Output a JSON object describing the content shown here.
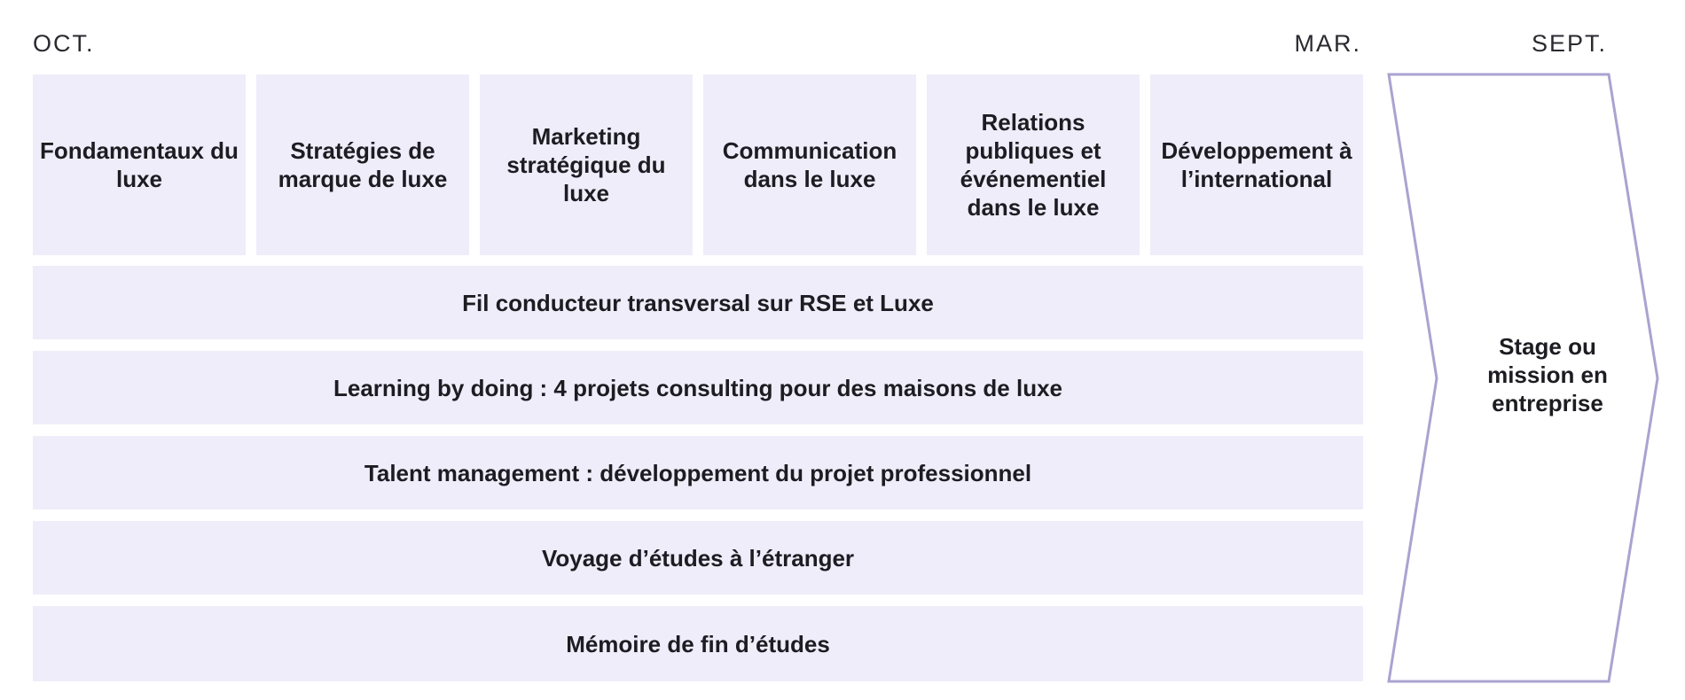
{
  "timeline": {
    "start": "OCT.",
    "middle": "MAR.",
    "end": "SEPT."
  },
  "modules": [
    "Fondamentaux du luxe",
    "Stratégies de marque de luxe",
    "Marketing stratégique du luxe",
    "Communication dans le luxe",
    "Relations publiques et événementiel dans le luxe",
    "Développement à l’international"
  ],
  "bands": [
    "Fil conducteur transversal sur RSE et Luxe",
    "Learning by doing : 4 projets consulting pour des maisons de luxe",
    "Talent management : développement du projet professionnel",
    "Voyage d’études à l’étranger",
    "Mémoire de fin d’études"
  ],
  "final_stage": {
    "label": "Stage ou mission en entreprise"
  },
  "colors": {
    "box_fill": "#efedf9",
    "arrow_stroke": "#a9a3d0",
    "text": "#1c1c22"
  }
}
